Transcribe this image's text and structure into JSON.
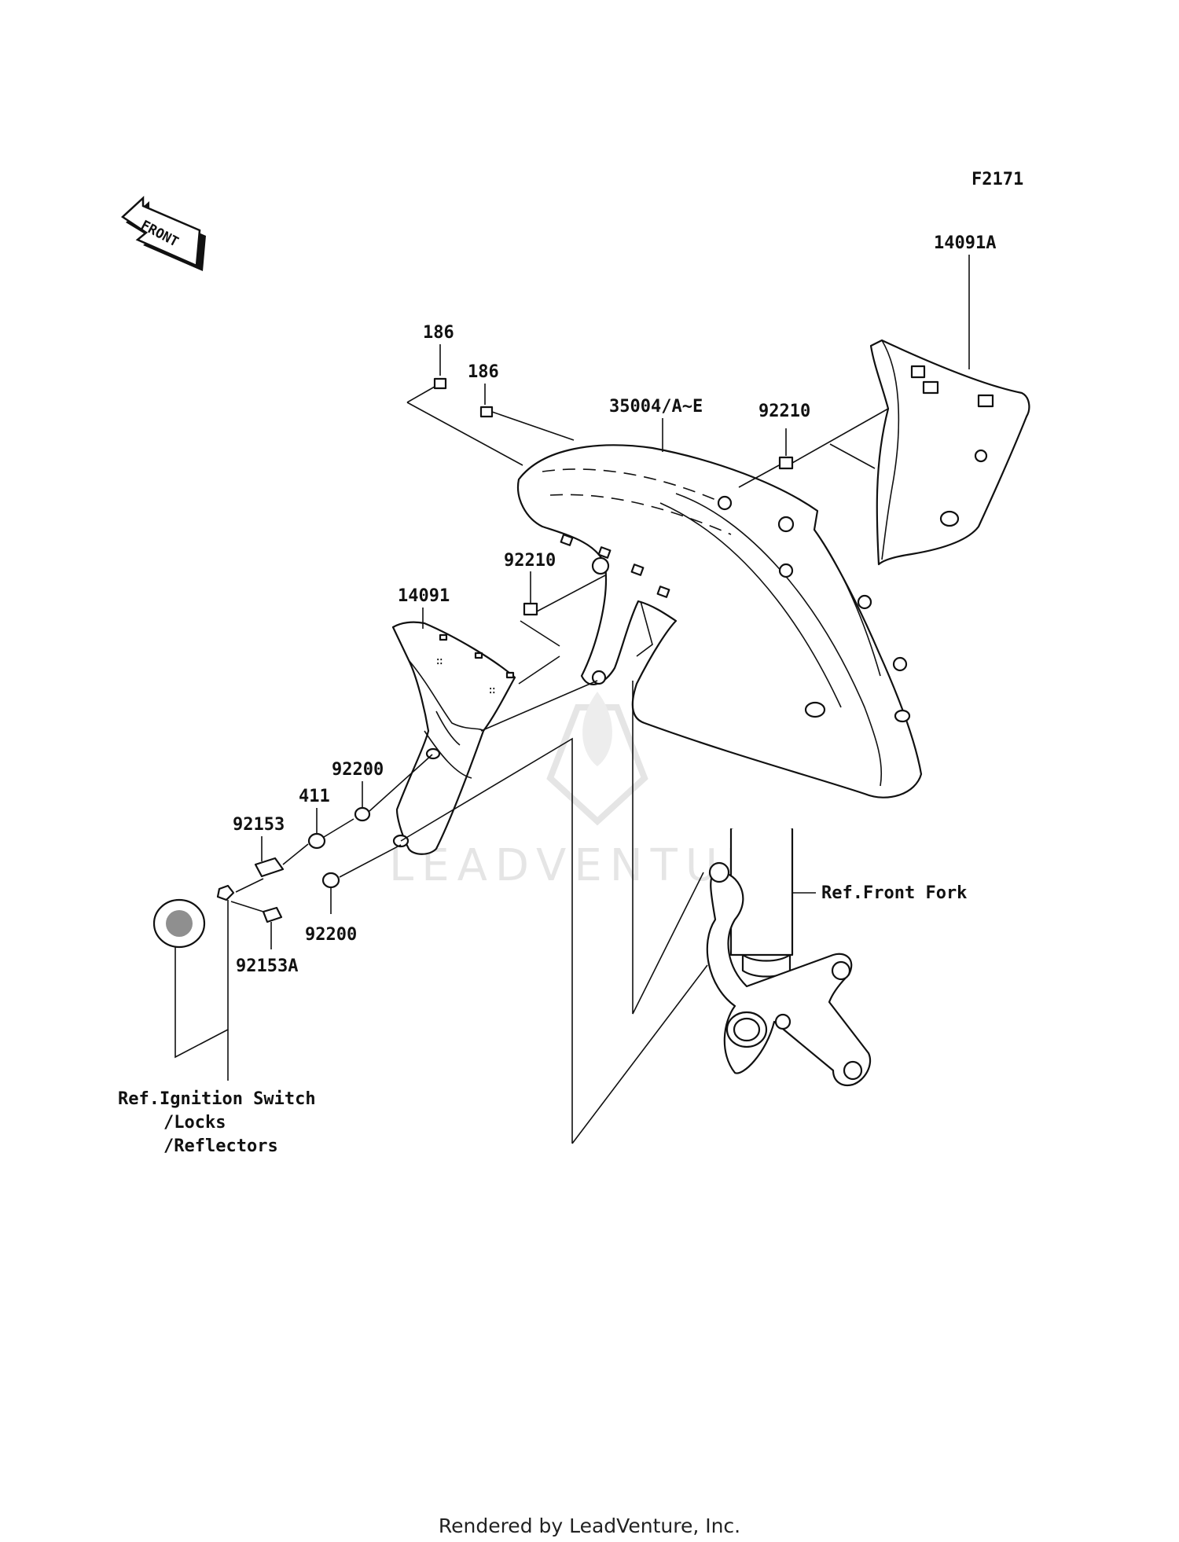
{
  "figure_id": "F2171",
  "front_label": "FRONT",
  "watermark": "LEADVENTURE",
  "parts": {
    "p186a": "186",
    "p186b": "186",
    "p35004": "35004/A~E",
    "p92210a": "92210",
    "p14091A": "14091A",
    "p92210b": "92210",
    "p14091": "14091",
    "p92200a": "92200",
    "p411": "411",
    "p92153": "92153",
    "p92200b": "92200",
    "p92153A": "92153A"
  },
  "refs": {
    "front_fork": "Ref.Front Fork",
    "ignition_1": "Ref.Ignition Switch",
    "ignition_2": "/Locks",
    "ignition_3": "/Reflectors"
  },
  "footer": "Rendered by LeadVenture, Inc.",
  "colors": {
    "ink": "#111111",
    "background": "#ffffff",
    "watermark": "#e3e3e3"
  }
}
